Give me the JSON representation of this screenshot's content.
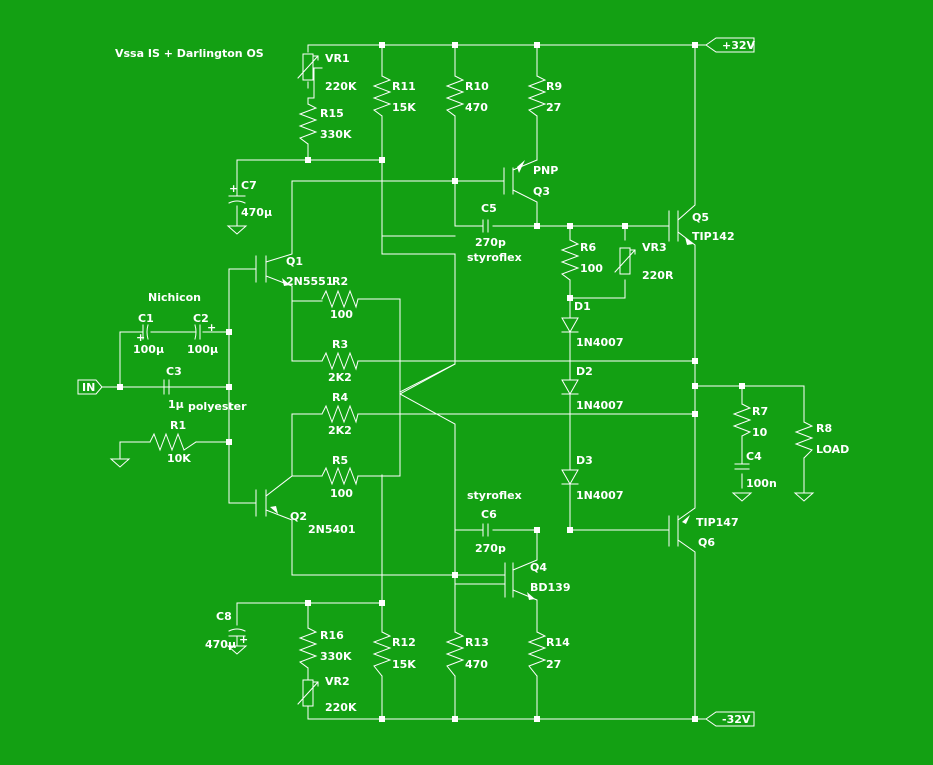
{
  "title": "Vssa IS + Darlington OS",
  "rails": {
    "positive": "+32V",
    "negative": "-32V"
  },
  "ports": {
    "input": "IN"
  },
  "notes": {
    "nichicon": "Nichicon",
    "polyester": "polyester",
    "styroflex_top": "styroflex",
    "styroflex_bottom": "styroflex"
  },
  "components": {
    "VR1": {
      "name": "VR1",
      "value": "220K"
    },
    "R15": {
      "name": "R15",
      "value": "330K"
    },
    "R11": {
      "name": "R11",
      "value": "15K"
    },
    "R10": {
      "name": "R10",
      "value": "470"
    },
    "R9": {
      "name": "R9",
      "value": "27"
    },
    "C7": {
      "name": "C7",
      "value": "470µ"
    },
    "Q3": {
      "name": "Q3",
      "type": "PNP"
    },
    "C5": {
      "name": "C5",
      "value": "270p"
    },
    "Q5": {
      "name": "Q5",
      "type": "TIP142"
    },
    "R6": {
      "name": "R6",
      "value": "100"
    },
    "VR3": {
      "name": "VR3",
      "value": "220R"
    },
    "Q1": {
      "name": "Q1",
      "type": "2N5551"
    },
    "R2": {
      "name": "R2",
      "value": "100"
    },
    "D1": {
      "name": "D1",
      "type": "1N4007"
    },
    "C1": {
      "name": "C1",
      "value": "100µ"
    },
    "C2": {
      "name": "C2",
      "value": "100µ"
    },
    "R3": {
      "name": "R3",
      "value": "2K2"
    },
    "D2": {
      "name": "D2",
      "type": "1N4007"
    },
    "C3": {
      "name": "C3",
      "value": "1µ"
    },
    "R4": {
      "name": "R4",
      "value": "2K2"
    },
    "R7": {
      "name": "R7",
      "value": "10"
    },
    "R8": {
      "name": "R8",
      "value": "LOAD"
    },
    "R1": {
      "name": "R1",
      "value": "10K"
    },
    "D3": {
      "name": "D3",
      "type": "1N4007"
    },
    "C4": {
      "name": "C4",
      "value": "100n"
    },
    "R5": {
      "name": "R5",
      "value": "100"
    },
    "Q2": {
      "name": "Q2",
      "type": "2N5401"
    },
    "C6": {
      "name": "C6",
      "value": "270p"
    },
    "Q6": {
      "name": "Q6",
      "type": "TIP147"
    },
    "Q4": {
      "name": "Q4",
      "type": "BD139"
    },
    "C8": {
      "name": "C8",
      "value": "470µ"
    },
    "R16": {
      "name": "R16",
      "value": "330K"
    },
    "R12": {
      "name": "R12",
      "value": "15K"
    },
    "R13": {
      "name": "R13",
      "value": "470"
    },
    "R14": {
      "name": "R14",
      "value": "27"
    },
    "VR2": {
      "name": "VR2",
      "value": "220K"
    }
  },
  "polarity": {
    "plus": "+"
  }
}
